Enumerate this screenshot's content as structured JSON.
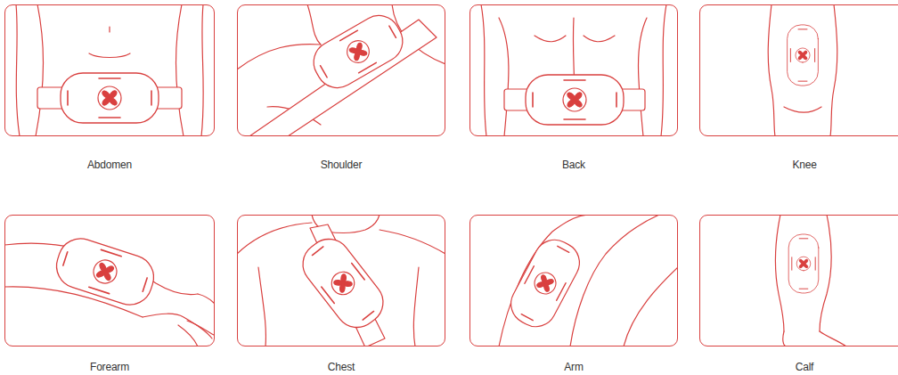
{
  "diagram": {
    "nodes": [
      {
        "text": [
          "Abdomen"
        ]
      },
      {
        "text": [
          "Shoulder"
        ]
      },
      {
        "text": [
          "Back"
        ]
      },
      {
        "text": [
          "Knee"
        ]
      },
      {
        "text": [
          "Forearm"
        ]
      },
      {
        "text": [
          "Chest"
        ]
      },
      {
        "text": [
          "Arm"
        ]
      },
      {
        "text": [
          "Calf"
        ]
      }
    ]
  }
}
